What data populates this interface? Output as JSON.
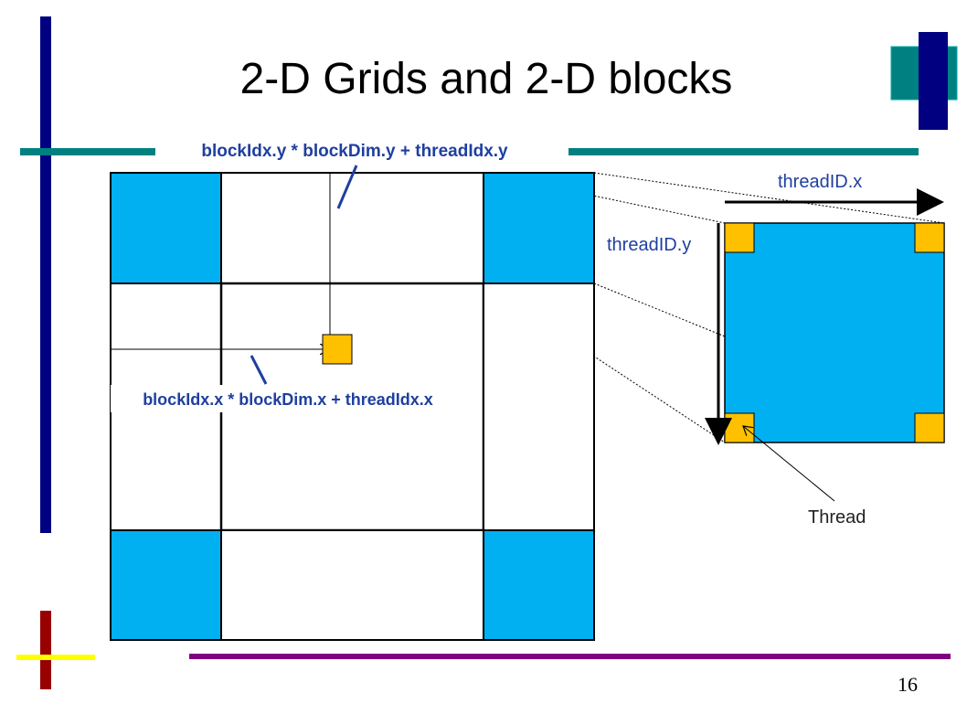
{
  "slide": {
    "title": "2-D Grids and 2-D blocks",
    "page_number": "16"
  },
  "labels": {
    "y_formula": "blockIdx.y * blockDim.y + threadIdx.y",
    "x_formula": "blockIdx.x * blockDim.x + threadIdx.x",
    "thread_x": "threadID.x",
    "thread_y": "threadID.y",
    "thread": "Thread"
  },
  "colors": {
    "block_blue": "#00B0F0",
    "thread_orange": "#FFC000",
    "label_blue": "#1F3FA0",
    "navy_bar": "#000080",
    "teal": "#008080",
    "maroon": "#990000",
    "yellow": "#FFFF00",
    "purple": "#800080"
  }
}
